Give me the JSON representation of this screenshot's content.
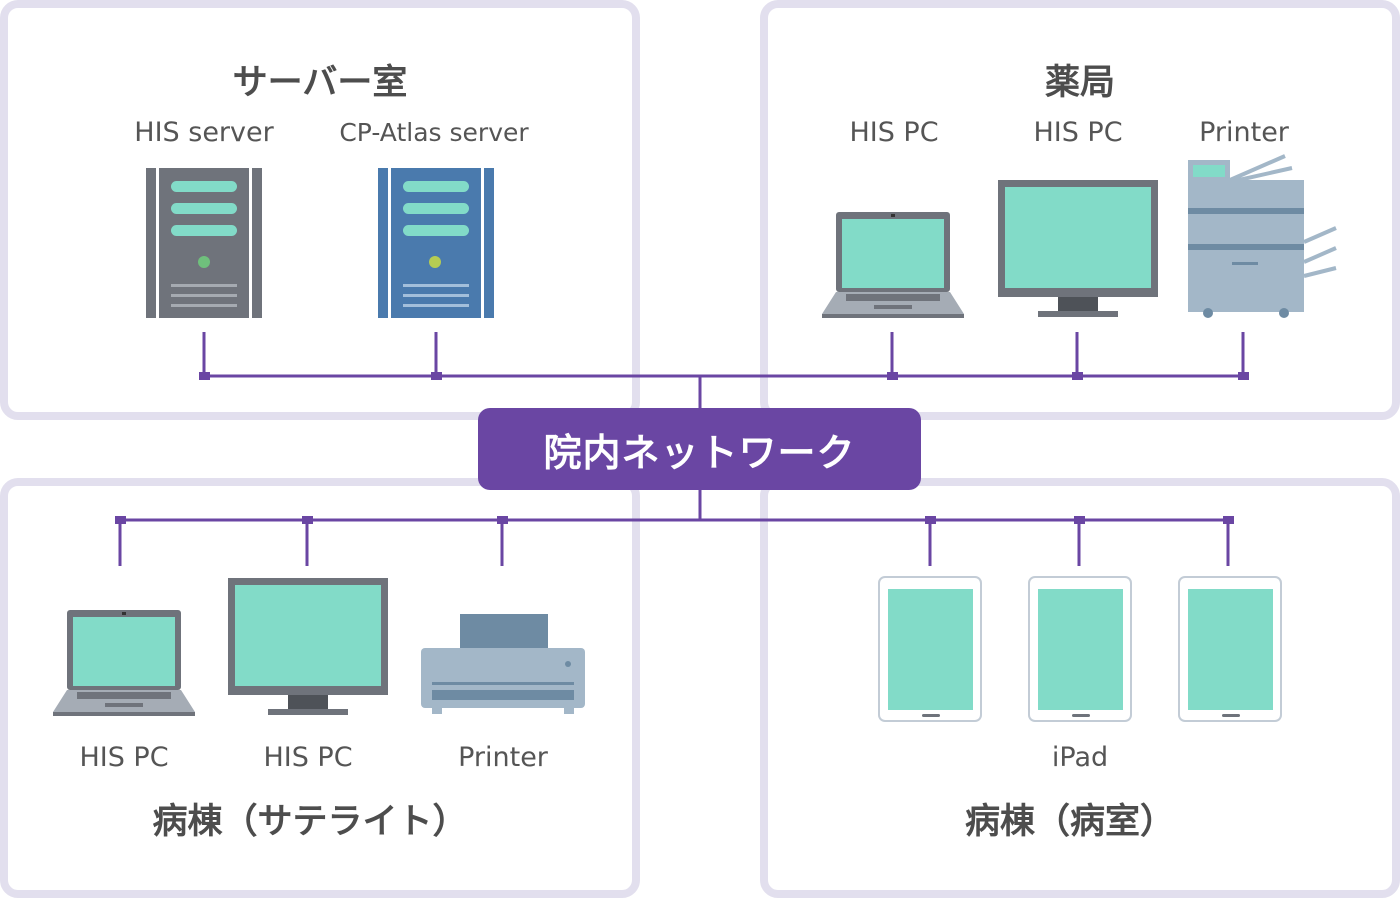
{
  "network": {
    "label": "院内ネットワーク",
    "color": "#6a46a3"
  },
  "rooms": {
    "server_room": {
      "title": "サーバー室",
      "devices": [
        {
          "type": "server",
          "label": "HIS server",
          "color": "#6f737b"
        },
        {
          "type": "server",
          "label": "CP-Atlas server",
          "color": "#4a7aad"
        }
      ]
    },
    "pharmacy": {
      "title": "薬局",
      "devices": [
        {
          "type": "laptop",
          "label": "HIS PC"
        },
        {
          "type": "monitor",
          "label": "HIS PC"
        },
        {
          "type": "copier",
          "label": "Printer"
        }
      ]
    },
    "ward_satellite": {
      "title": "病棟（サテライト）",
      "devices": [
        {
          "type": "laptop",
          "label": "HIS PC"
        },
        {
          "type": "monitor",
          "label": "HIS PC"
        },
        {
          "type": "printer",
          "label": "Printer"
        }
      ]
    },
    "ward_room": {
      "title": "病棟（病室）",
      "device_label": "iPad",
      "devices": [
        {
          "type": "tablet"
        },
        {
          "type": "tablet"
        },
        {
          "type": "tablet"
        }
      ]
    }
  },
  "colors": {
    "screen": "#82dbc8",
    "device_gray": "#6f737b",
    "panel_border": "#e2dfee",
    "line": "#6a46a3",
    "text": "#555555"
  }
}
